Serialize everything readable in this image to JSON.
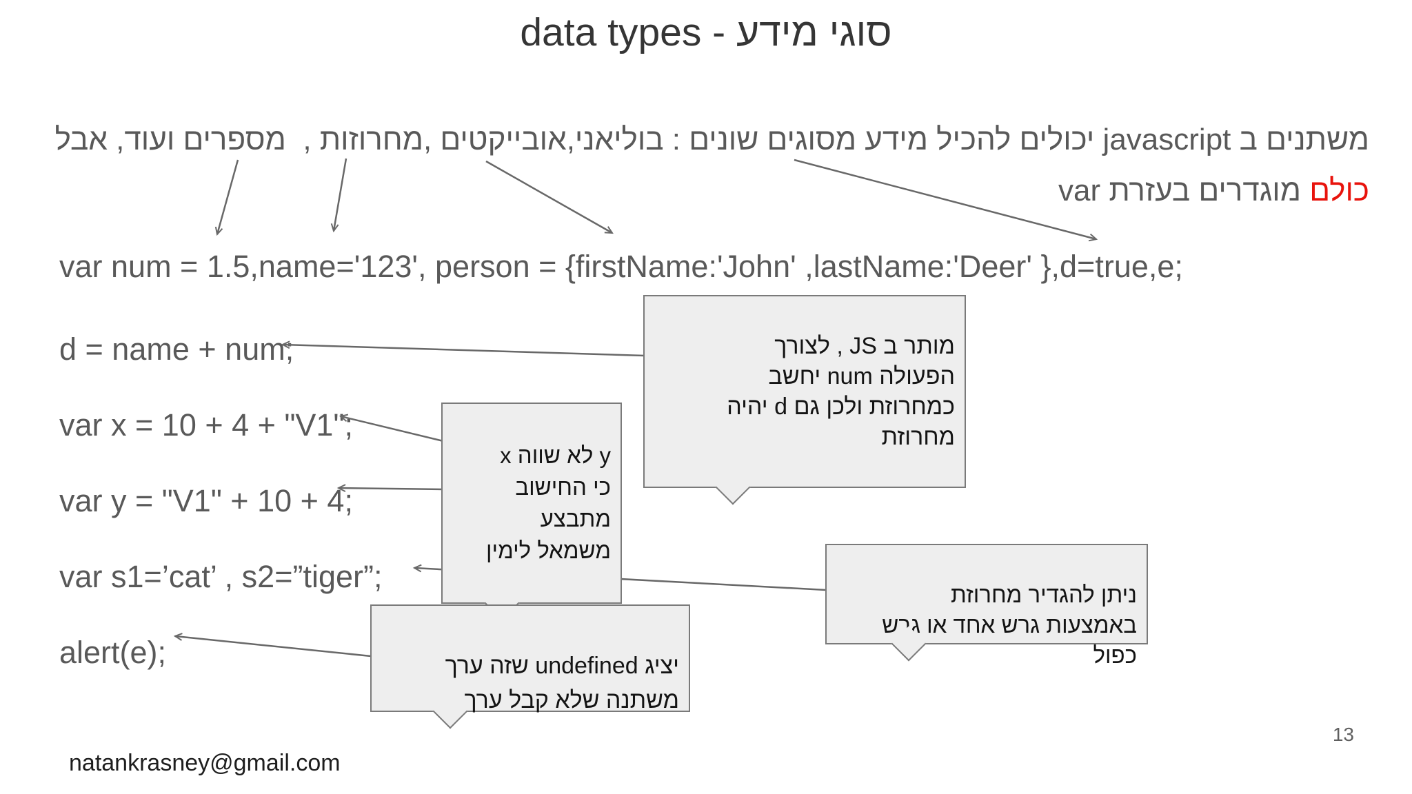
{
  "slide": {
    "title": "סוגי מידע - data types",
    "intro": {
      "line1": "משתנים ב javascript יכולים להכיל מידע מסוגים שונים : בוליאני,אובייקטים ,מחרוזות ,  מספרים ועוד, אבל",
      "line2_highlight": "כולם",
      "line2_rest": " מוגדרים בעזרת var"
    },
    "code_lines": [
      "var num = 1.5,name='123', person = {firstName:'John' ,lastName:'Deer' },d=true,e;",
      "d = name + num;",
      "var x = 10 + 4 + \"V1\";",
      "var y = \"V1\" + 10 + 4;",
      "var s1=’cat’ , s2=”tiger”;",
      "alert(e);"
    ],
    "callouts": [
      {
        "id": "string-coercion-note",
        "text": "מותר ב JS , לצורך\nהפעולה num יחשב\nכמחרוזת ולכן גם d יהיה\nמחרוזת"
      },
      {
        "id": "xy-not-equal-note",
        "text": "y לא שווה x\nכי החישוב\nמתבצע\nמשמאל לימין"
      },
      {
        "id": "undefined-note",
        "text": "יציג undefined שזה ערך\nמשתנה שלא קבל ערך"
      },
      {
        "id": "quotes-note",
        "text": "ניתן להגדיר מחרוזת\nבאמצעות גרש אחד או גרש\nכפול"
      }
    ],
    "footer_email": "natankrasney@gmail.com",
    "page_number": "13",
    "colors": {
      "highlight_red": "#e8130c",
      "body_text_gray": "#595959",
      "callout_background": "#eeeeee",
      "callout_border": "#7a7a7a",
      "arrow_gray": "#686868"
    }
  }
}
